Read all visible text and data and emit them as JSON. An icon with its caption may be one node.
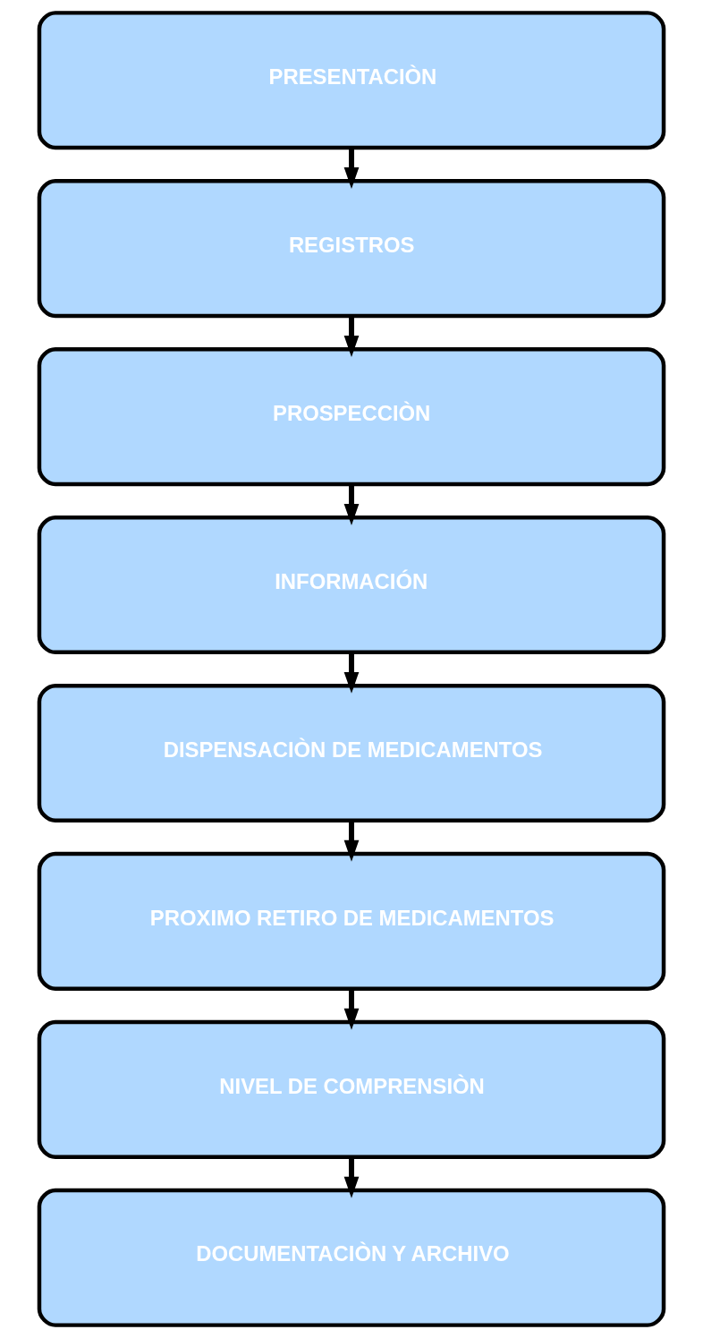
{
  "diagram": {
    "nodes": [
      {
        "text": [
          "PRESENTACIÒN"
        ]
      },
      {
        "text": [
          "REGISTROS"
        ]
      },
      {
        "text": [
          "PROSPECCIÒN"
        ]
      },
      {
        "text": [
          "INFORMACIÓN"
        ]
      },
      {
        "text": [
          "DISPENSACIÒN DE MEDICAMENTOS"
        ]
      },
      {
        "text": [
          "PROXIMO RETIRO DE MEDICAMENTOS"
        ]
      },
      {
        "text": [
          "NIVEL DE COMPRENSIÒN"
        ]
      },
      {
        "text": [
          "DOCUMENTACIÒN Y ARCHIVO"
        ]
      }
    ],
    "edges": [
      {
        "from": 0,
        "to": 1,
        "arrow": "to"
      },
      {
        "from": 1,
        "to": 2,
        "arrow": "to"
      },
      {
        "from": 2,
        "to": 3,
        "arrow": "to"
      },
      {
        "from": 3,
        "to": 4,
        "arrow": "to"
      },
      {
        "from": 4,
        "to": 5,
        "arrow": "to"
      },
      {
        "from": 5,
        "to": 6,
        "arrow": "to"
      },
      {
        "from": 6,
        "to": 7,
        "arrow": "to"
      }
    ]
  }
}
